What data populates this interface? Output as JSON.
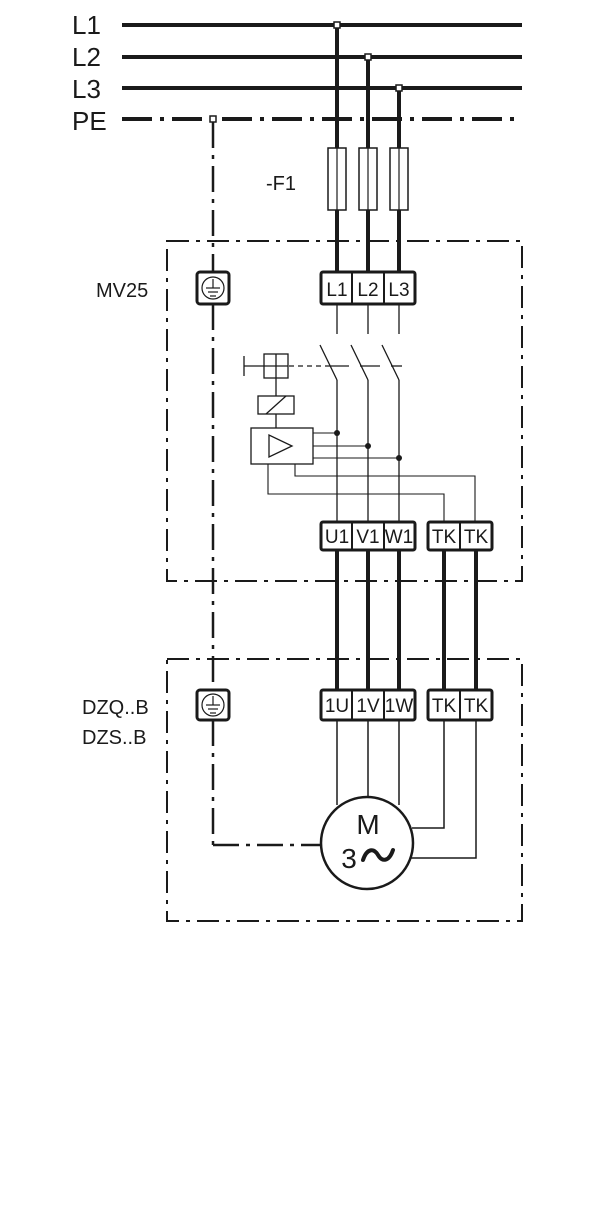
{
  "supply_lines": {
    "l1": "L1",
    "l2": "L2",
    "l3": "L3",
    "pe": "PE"
  },
  "fuse_label": "-F1",
  "starter": {
    "label": "MV25",
    "input_terminals": [
      "L1",
      "L2",
      "L3"
    ],
    "output_terminals": [
      "U1",
      "V1",
      "W1",
      "TK",
      "TK"
    ]
  },
  "motor_unit": {
    "label_line1": "DZQ..B",
    "label_line2": "DZS..B",
    "terminals": [
      "1U",
      "1V",
      "1W",
      "TK",
      "TK"
    ],
    "motor_symbol": "M",
    "motor_phase": "3"
  },
  "colors": {
    "ink": "#1a1a1a"
  }
}
